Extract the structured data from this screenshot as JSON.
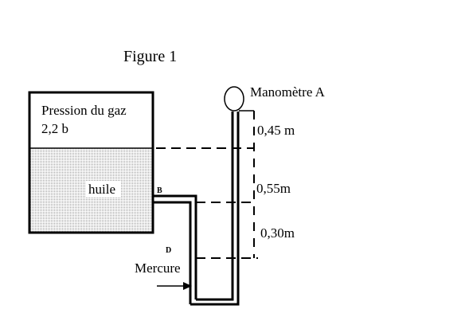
{
  "figure": {
    "title": "Figure 1",
    "gas_label_line1": "Pression  du gaz",
    "gas_label_line2": "2,2 b",
    "oil_label": "huile",
    "manometer_label": "Manomètre A",
    "point_b": "B",
    "point_d": "D",
    "mercury_label": "Mercure",
    "height_1": "0,45 m",
    "height_2": "0,55m",
    "height_3": "0,30m"
  },
  "colors": {
    "line": "#000000",
    "oil_fill": "#d8d8d8",
    "background": "#ffffff"
  }
}
